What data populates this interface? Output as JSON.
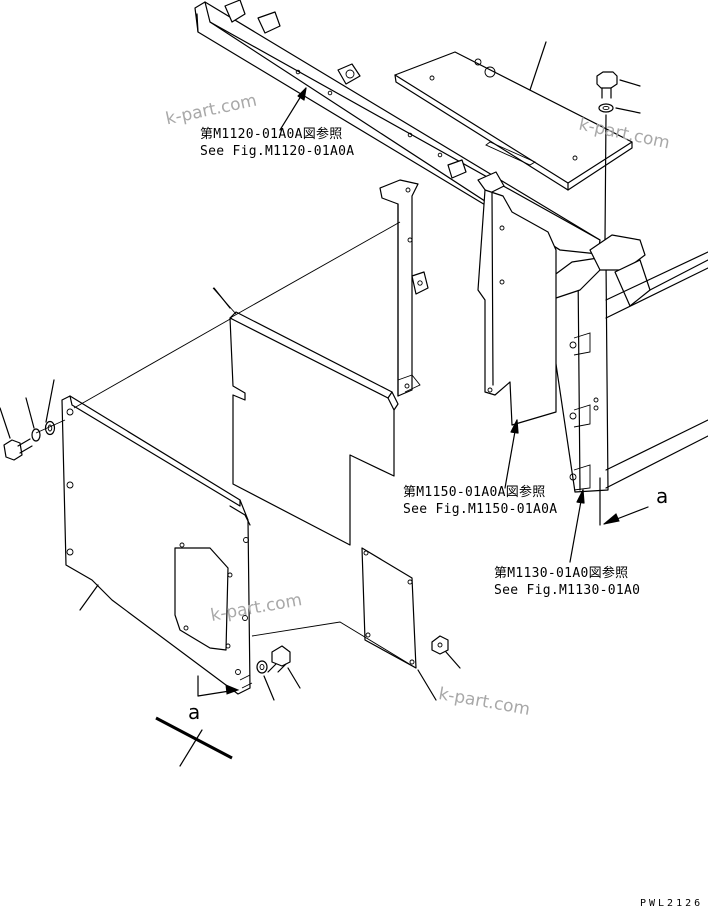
{
  "references": {
    "m1120": {
      "jp": "第M1120-01A0A図参照",
      "en": "See Fig.M1120-01A0A"
    },
    "m1150": {
      "jp": "第M1150-01A0A図参照",
      "en": "See Fig.M1150-01A0A"
    },
    "m1130": {
      "jp": "第M1130-01A0図参照",
      "en": "See Fig.M1130-01A0"
    }
  },
  "view_markers": {
    "right": "a",
    "left": "a"
  },
  "watermarks": [
    "k-part.com",
    "k-part.com",
    "k-part.com",
    "k-part.com"
  ],
  "drawing_code": "PWL2126",
  "colors": {
    "line": "#000000",
    "watermark": "#a8a8a8",
    "background": "#ffffff"
  }
}
